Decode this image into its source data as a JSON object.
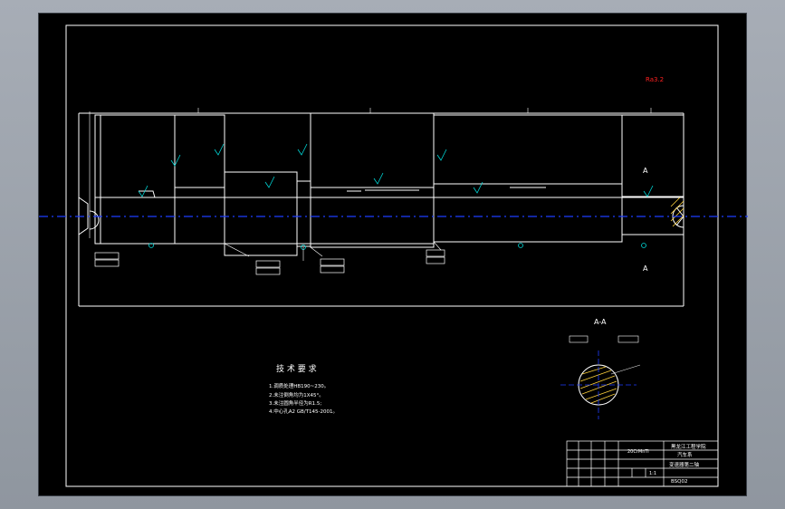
{
  "canvas": {
    "background": "#9ba1aa",
    "sheet_color": "#000000",
    "line_color": "#ffffff",
    "centerline_color": "#1e3cff",
    "dim_color": "#00d7d7",
    "accent_color": "#ff2020"
  },
  "drawing": {
    "tech_title": "技 术 要 求",
    "tech_notes": [
      "1.调质处理HB190~230。",
      "2.未注倒角均为1X45°。",
      "3.未注圆角半径为R1.5;",
      "4.中心孔A2 GB/T145-2001。"
    ],
    "section_label": "A-A",
    "section_markers": [
      "A",
      "A"
    ],
    "roughness_mark": "Ra3.2",
    "title_block": {
      "school": "黑龙江工程学院",
      "dept": "汽车系",
      "part_name": "变速器第二轴",
      "material": "20CrMnTi",
      "drawing_no": "BSQ02",
      "scale": "1:1"
    }
  }
}
